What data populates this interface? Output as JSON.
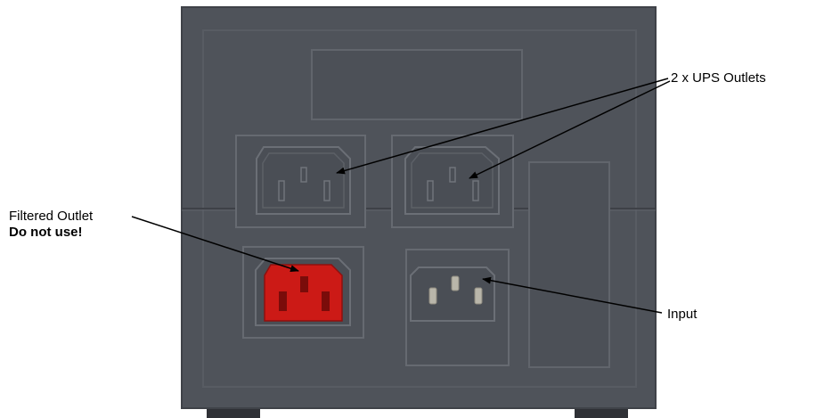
{
  "labels": {
    "ups_outlets": "2 x UPS Outlets",
    "filtered_outlet": "Filtered Outlet",
    "filtered_warning": "Do not use!",
    "input": "Input"
  },
  "colors": {
    "case": "#4f535a",
    "case_shadow": "#3f4248",
    "panel_line": "#6a6e75",
    "filtered_outlet": "#cc1a16",
    "background": "#ffffff"
  },
  "icons": [
    "ups-outlet-icon",
    "filtered-outlet-icon",
    "input-inlet-icon"
  ]
}
